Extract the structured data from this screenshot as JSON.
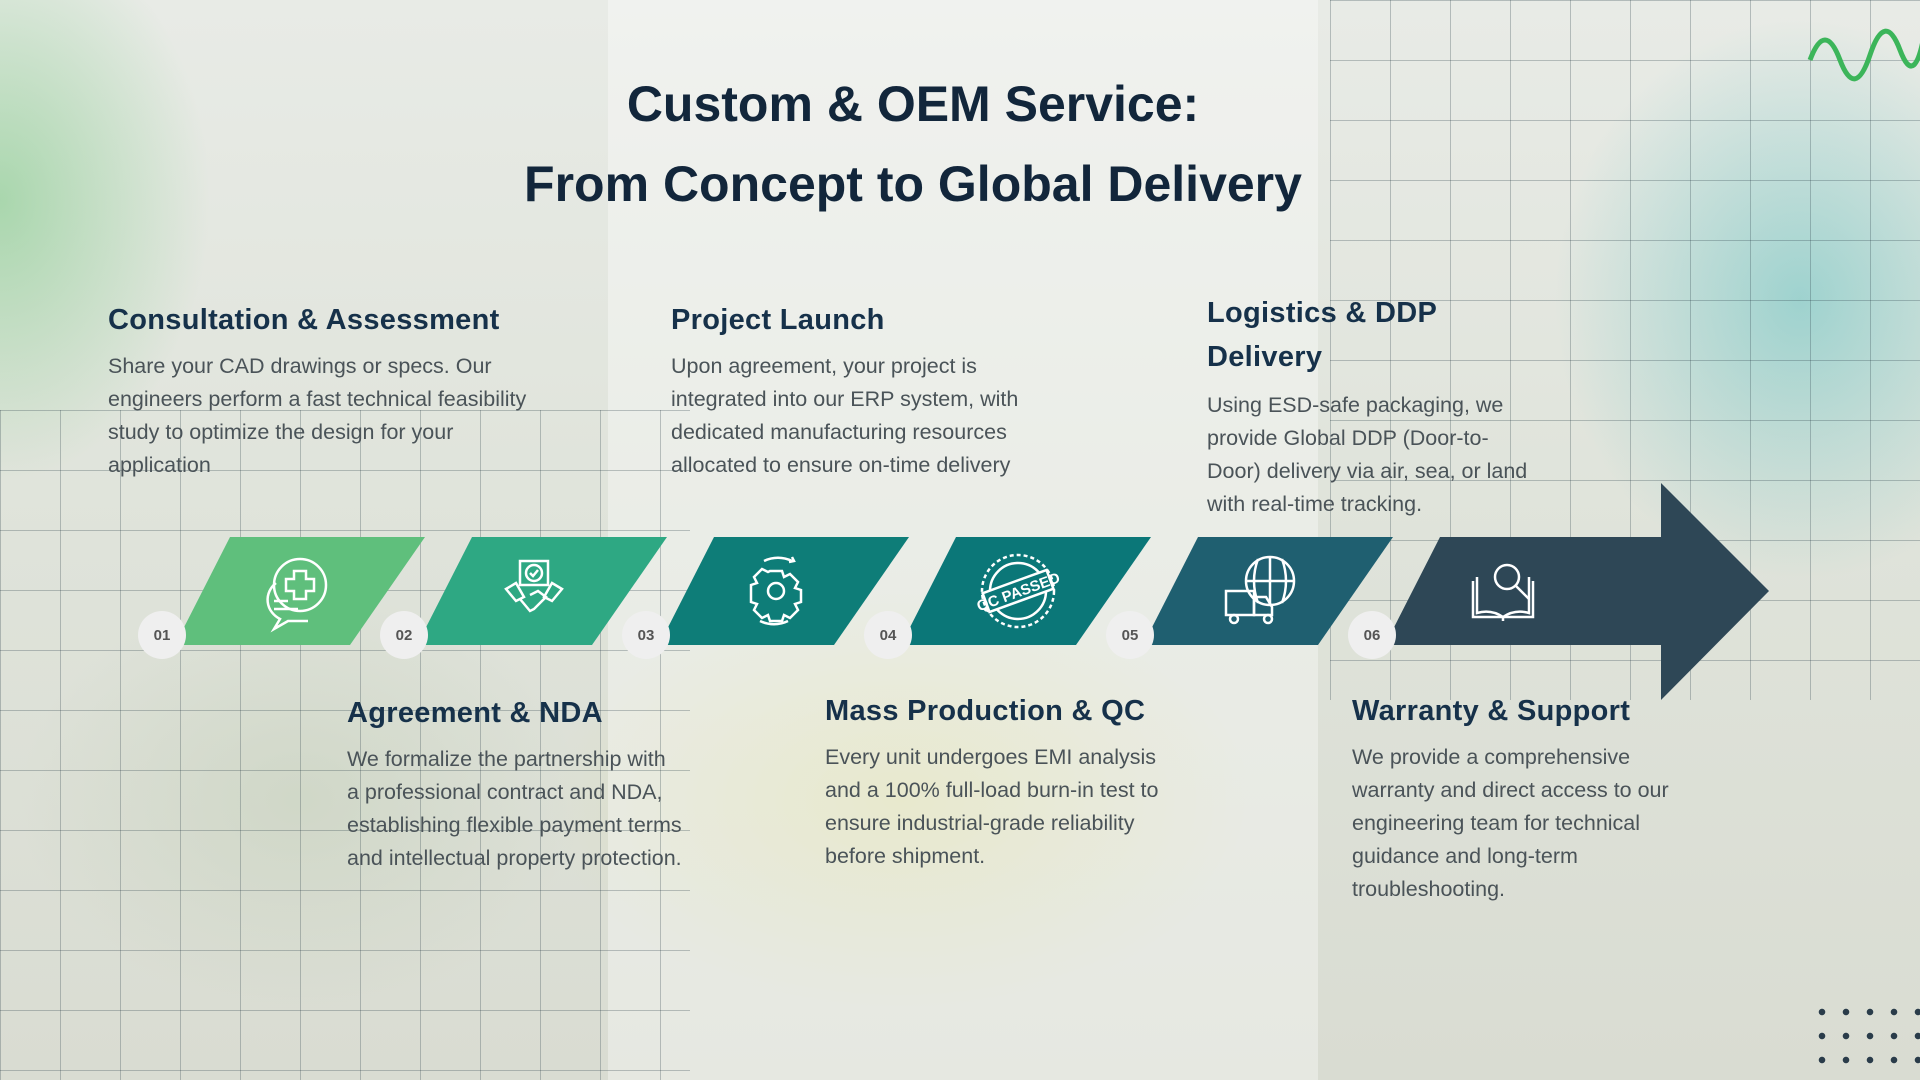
{
  "title": {
    "line1": "Custom & OEM Service:",
    "line2": "From Concept to Global Delivery"
  },
  "steps": [
    {
      "num": "01",
      "title": "Consultation & Assessment",
      "body": "Share your CAD drawings or specs. Our engineers perform a fast technical feasibility study to optimize the design for your application",
      "icon": "consultation-chat-plus-icon",
      "color": "#5fbf7c"
    },
    {
      "num": "02",
      "title": "Agreement & NDA",
      "body": "We formalize the partnership with a professional contract and NDA, establishing flexible payment terms and intellectual property protection.",
      "icon": "handshake-document-icon",
      "color": "#2ea883"
    },
    {
      "num": "03",
      "title": "Project Launch",
      "body": "Upon agreement, your project is integrated into our ERP system, with dedicated manufacturing resources allocated to ensure on-time delivery",
      "icon": "gear-cycle-icon",
      "color": "#0e7d78"
    },
    {
      "num": "04",
      "title": "Mass Production & QC",
      "body": "Every unit undergoes EMI analysis and a 100% full-load burn-in test to ensure industrial-grade reliability before shipment.",
      "icon": "qc-passed-stamp-icon",
      "stamp_text": "QC PASSED",
      "color": "#0b7778"
    },
    {
      "num": "05",
      "title": "Logistics & DDP Delivery",
      "body": "Using ESD-safe packaging, we provide Global DDP (Door-to-Door) delivery via air, sea, or land with real-time tracking.",
      "icon": "globe-truck-icon",
      "color": "#1f5f70"
    },
    {
      "num": "06",
      "title": "Warranty & Support",
      "body": "We provide a comprehensive warranty and direct access to our engineering team for technical guidance and long-term troubleshooting.",
      "icon": "book-magnifier-icon",
      "color": "#2e4756"
    }
  ]
}
